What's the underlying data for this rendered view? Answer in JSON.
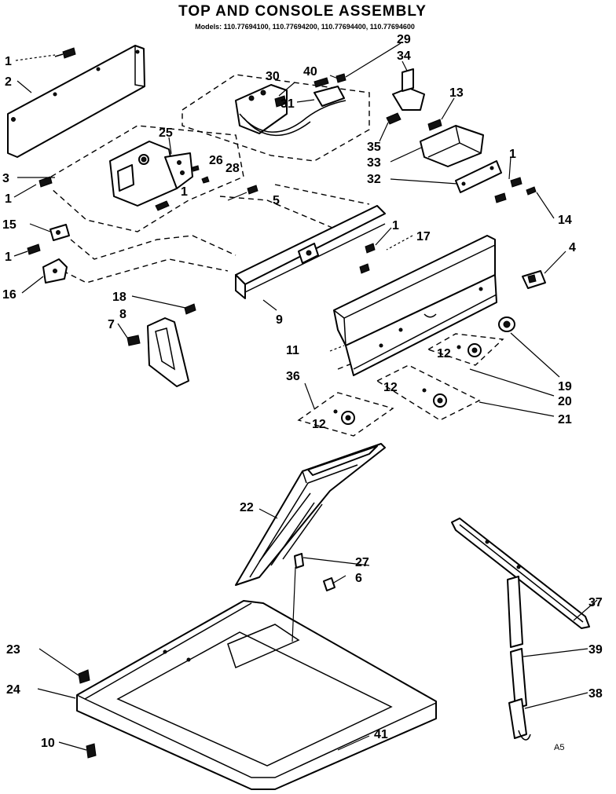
{
  "header": {
    "title": "TOP AND CONSOLE ASSEMBLY",
    "models": "Models: 110.77694100, 110.77694200, 110.77694400, 110.77694600"
  },
  "callouts": {
    "c1a": "1",
    "c2": "2",
    "c3": "3",
    "c1b": "1",
    "c15": "15",
    "c1c": "1",
    "c16": "16",
    "c25": "25",
    "c26": "26",
    "c28": "28",
    "c1d": "1",
    "c5": "5",
    "c30": "30",
    "c31": "31",
    "c40": "40",
    "c29": "29",
    "c34": "34",
    "c13": "13",
    "c35": "35",
    "c33": "33",
    "c32": "32",
    "c1e": "1",
    "c14": "14",
    "c1f": "1",
    "c17": "17",
    "c4": "4",
    "c9": "9",
    "c18": "18",
    "c8": "8",
    "c7": "7",
    "c11": "11",
    "c12a": "12",
    "c12b": "12",
    "c12c": "12",
    "c36": "36",
    "c19": "19",
    "c20": "20",
    "c21": "21",
    "c22": "22",
    "c27": "27",
    "c6": "6",
    "c37": "37",
    "c39": "39",
    "c38": "38",
    "c23": "23",
    "c24": "24",
    "c10": "10",
    "c41": "41"
  },
  "footer_code": "A5"
}
